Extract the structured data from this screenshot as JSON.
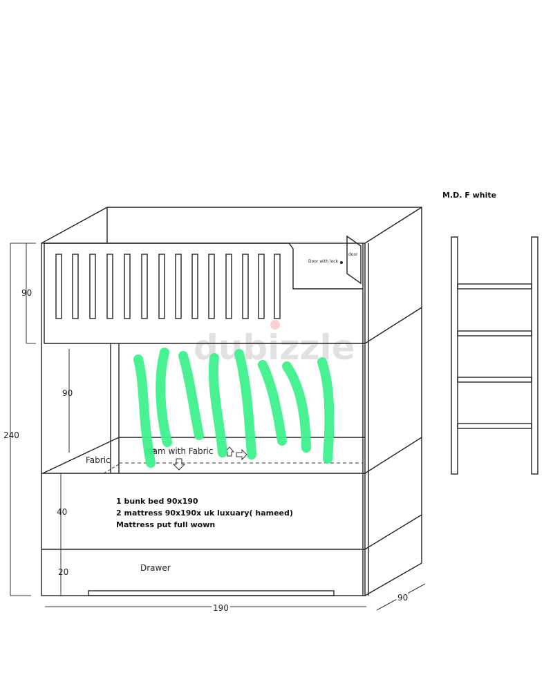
{
  "material_label": "M.D. F white",
  "dimensions": {
    "total_height": "240",
    "rail_height": "90",
    "lower_gap_height": "90",
    "drawer_box_height": "40",
    "drawer_height": "20",
    "width": "190",
    "depth": "90"
  },
  "labels": {
    "door": "door",
    "door_with_lock": "Door with lock",
    "fabric": "Fabric",
    "hidden_text": "loam with Fabric",
    "drawer": "Drawer"
  },
  "notes": [
    "1 bunk bed 90x190",
    "2 mattress 90x190x uk luxuary( hameed)",
    "Mattress put full wown"
  ],
  "watermark": "dubizzle",
  "colors": {
    "scribble": "#3ef08c",
    "line": "#222222",
    "background": "#ffffff"
  }
}
